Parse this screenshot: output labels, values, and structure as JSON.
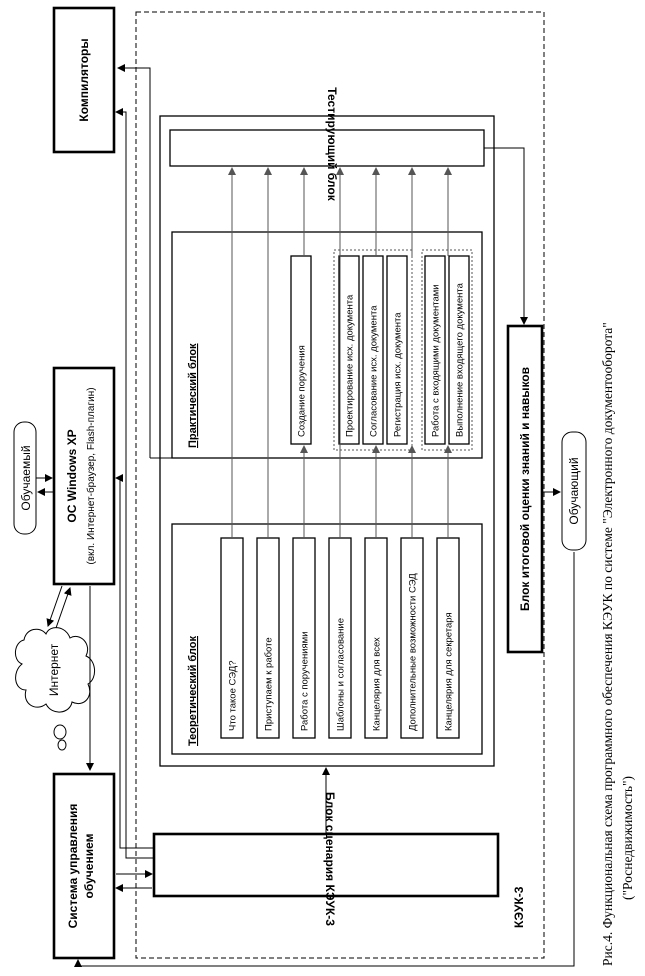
{
  "outer_label": "КЭУК-3",
  "compilers": "Компиляторы",
  "os": {
    "title": "ОС Windows XP",
    "subtitle": "(вкл. Интернет-браузер, Flash-плагин)"
  },
  "learner": "Обучаемый",
  "internet": "Интернет",
  "lms": {
    "line1": "Система управления",
    "line2": "обучением"
  },
  "scenario_block": "Блок сценария КЭУК-3",
  "testing_block": "Тестирующий блок",
  "assessment_block": "Блок итоговой оценки знаний и навыков",
  "instructor": "Обучающий",
  "theory": {
    "title": "Теоретический блок",
    "items": [
      "Что такое СЭД?",
      "Приступаем к работе",
      "Работа с поручениями",
      "Шаблоны и согласование",
      "Канцелярия для всех",
      "Дополнительные возможности СЭД",
      "Канцелярия для секретаря"
    ]
  },
  "practice": {
    "title": "Практический блок",
    "items": [
      "Создание поручения",
      "Проектирование исх. документа",
      "Согласование исх. документа",
      "Регистрация исх. документа",
      "Работа с входящими документами",
      "Выполнение входящего документа"
    ]
  },
  "caption": {
    "line1": "Рис.4. Функциональная схема программного обеспечения КЭУК по системе \"Электронного документооборота\"",
    "line2": "(\"Роснедвижимость\")"
  }
}
